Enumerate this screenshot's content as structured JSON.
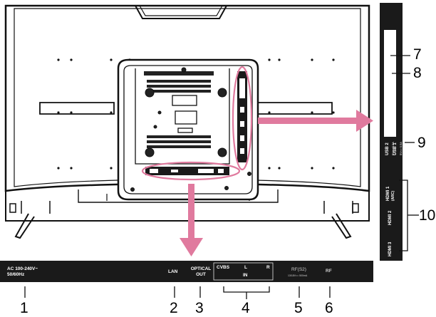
{
  "bottom_panel": {
    "power": [
      "AC 100-240V~",
      "50/60Hz"
    ],
    "lan": "LAN",
    "optical": [
      "OPTICAL",
      "OUT"
    ],
    "cvbs": "CVBS",
    "audio_l": "L",
    "audio_r": "R",
    "audio_in": "IN",
    "rf_s2": "RF(S2)",
    "rf_s2_note": "13/18V== 500mA",
    "rf": "RF"
  },
  "side_panel": {
    "usb2": [
      "USB 2",
      "5V== 0.5A"
    ],
    "usb1": [
      "USB 1",
      "5V== 0.5A"
    ],
    "hdmi1": [
      "HDMI 1",
      "(ARC)"
    ],
    "hdmi2": "HDMI 2",
    "hdmi3": "HDMI 3"
  },
  "callouts": {
    "n1": "1",
    "n2": "2",
    "n3": "3",
    "n4": "4",
    "n5": "5",
    "n6": "6",
    "n7": "7",
    "n8": "8",
    "n9": "9",
    "n10": "10"
  },
  "colors": {
    "highlight": "#e07a9e",
    "panel": "#1a1a1a",
    "outline": "#111111"
  }
}
